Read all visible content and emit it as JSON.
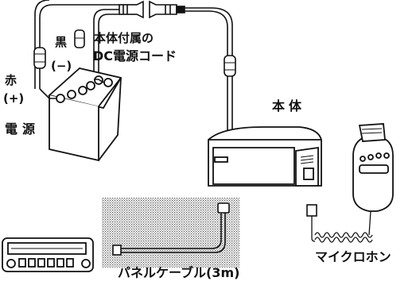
{
  "labels": {
    "red": "赤",
    "plus": "(+)",
    "black": "黒",
    "minus": "(−)",
    "dc_cord_line1": "本体付属の",
    "dc_cord_line2": "DC電源コード",
    "power_source": "電源",
    "main_unit": "本体",
    "microphone": "マイクロホン",
    "panel_cable": "パネルケーブル(3m)"
  },
  "colors": {
    "line": "#111111",
    "background": "#ffffff",
    "panel_cable_area": "#d9d9d9"
  }
}
